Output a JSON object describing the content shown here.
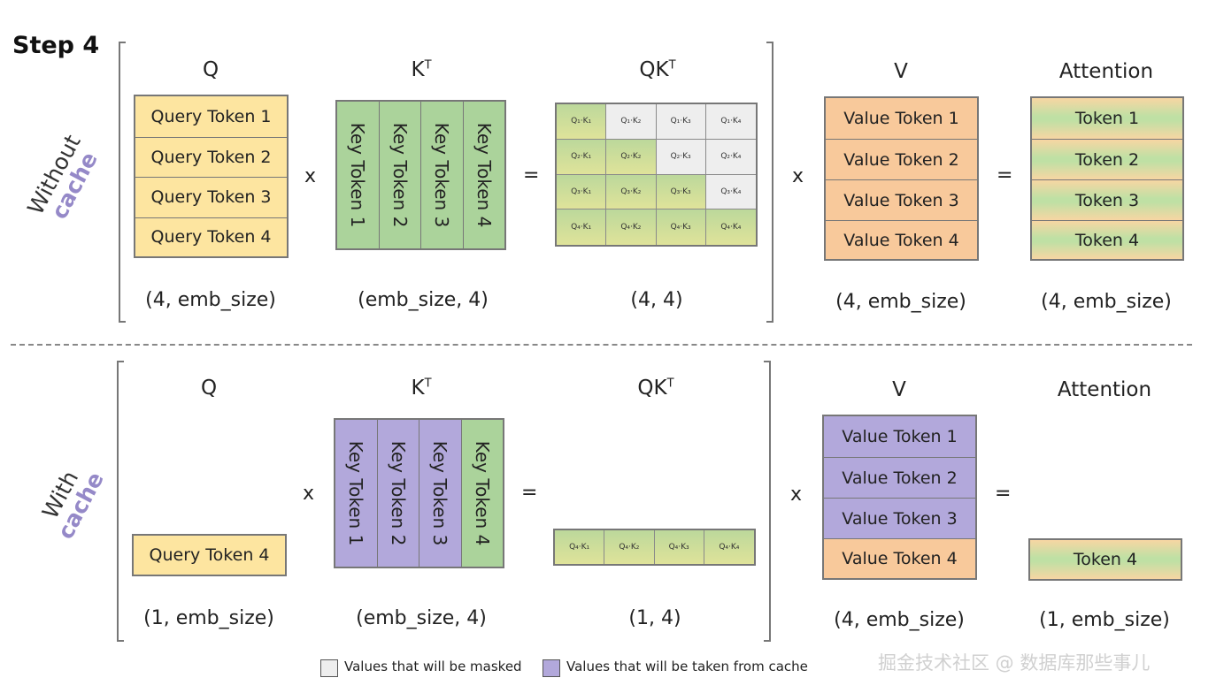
{
  "title": "Step 4",
  "without": {
    "side_label_1": "Without",
    "side_label_2": "cache",
    "q_label": "Q",
    "kt_label": "K",
    "kt_sup": "T",
    "qkt_label": "QK",
    "qkt_sup": "T",
    "v_label": "V",
    "att_label": "Attention",
    "queries": [
      "Query Token 1",
      "Query Token 2",
      "Query Token 3",
      "Query Token 4"
    ],
    "keys": [
      "Key Token 1",
      "Key Token 2",
      "Key Token 3",
      "Key Token 4"
    ],
    "qk_cells": [
      [
        "Q₁·K₁",
        "Q₁·K₂",
        "Q₁·K₃",
        "Q₁·K₄"
      ],
      [
        "Q₂·K₁",
        "Q₂·K₂",
        "Q₂·K₃",
        "Q₂·K₄"
      ],
      [
        "Q₃·K₁",
        "Q₃·K₂",
        "Q₃·K₃",
        "Q₃·K₄"
      ],
      [
        "Q₄·K₁",
        "Q₄·K₂",
        "Q₄·K₃",
        "Q₄·K₄"
      ]
    ],
    "values": [
      "Value Token 1",
      "Value Token 2",
      "Value Token 3",
      "Value Token 4"
    ],
    "attention": [
      "Token 1",
      "Token 2",
      "Token 3",
      "Token 4"
    ],
    "dim_q": "(4, emb_size)",
    "dim_kt": "(emb_size, 4)",
    "dim_qkt": "(4, 4)",
    "dim_v": "(4, emb_size)",
    "dim_att": "(4, emb_size)"
  },
  "with": {
    "side_label_1": "With",
    "side_label_2": "cache",
    "q_label": "Q",
    "kt_label": "K",
    "kt_sup": "T",
    "qkt_label": "QK",
    "qkt_sup": "T",
    "v_label": "V",
    "att_label": "Attention",
    "query": "Query Token 4",
    "keys": [
      "Key Token 1",
      "Key Token 2",
      "Key Token 3",
      "Key Token 4"
    ],
    "qk_cells": [
      "Q₄·K₁",
      "Q₄·K₂",
      "Q₄·K₃",
      "Q₄·K₄"
    ],
    "values": [
      "Value Token 1",
      "Value Token 2",
      "Value Token 3",
      "Value Token 4"
    ],
    "attention": "Token 4",
    "dim_q": "(1, emb_size)",
    "dim_kt": "(emb_size, 4)",
    "dim_qkt": "(1, 4)",
    "dim_v": "(4, emb_size)",
    "dim_att": "(1, emb_size)"
  },
  "operators": {
    "times": "x",
    "equals": "="
  },
  "legend": {
    "masked": "Values that will be masked",
    "cached": "Values that will be taken from cache"
  },
  "watermark": "掘金技术社区 @ 数据库那些事儿",
  "colors": {
    "query": "#fde5a0",
    "value": "#f8c99b",
    "cached": "#b2a8db",
    "key": "#abd39b",
    "masked": "#eeeeee"
  }
}
